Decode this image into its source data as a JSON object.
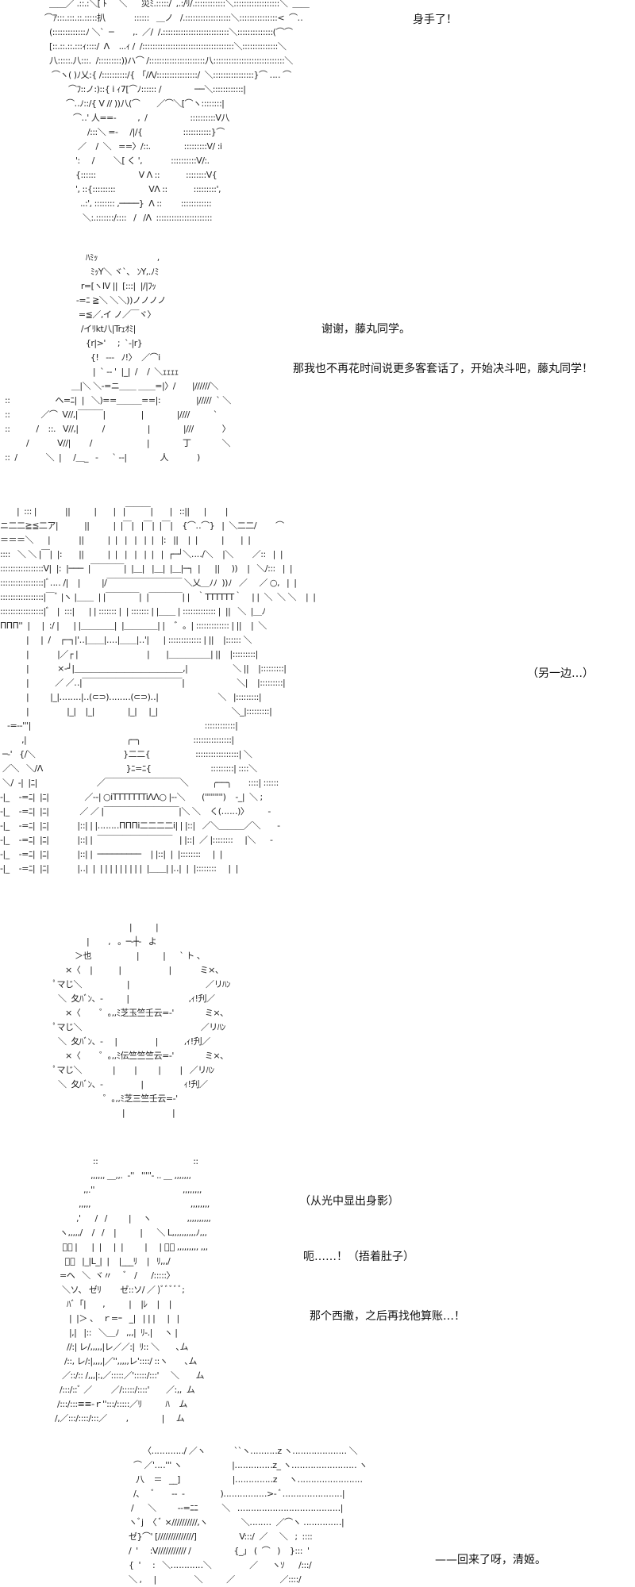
{
  "panels": [
    {
      "art": "  ＿＿／ .::.:＼[ ﾄ     ＼      災ﾐ.:::::/  ,.:/ﾘ/.::::::::::::＼::::::::::::::::::＼  ＿＿\n⌒ｱ:::.:::.::.:::::扒            ::::::   ＿ノ   /.::::::::::::::::::＼:::::::::::::::<  ⌒‥\n  (:::::::::::::ﾉ ＼`  ─        ,.  ／/  /.::::::::::::::::::::::::::＼::::::::::::::(⌒⌒\n  [::.::.::.:::ｨ::::/  Λ    ...ｨ /  /::::::::::::::::::::::::::::::::::::＼::::::::::::::＼\n  八:::::.八:::.  /:::::::::))ハ⌒ /::::::::::::::::::::::八::::::::::::::::::::::::::::＼\n   ⌒ヽ( )ﾉ乂:{ /::::::::::/{   ｢/Λ/::::::::::::::::/  ＼::::::::::::::::}⌒ ‥‥ ⌒\n          ⌒ﾌ::ノ:)::{ i ｨ7[⌒ﾉ:::::: /              ──＼::::::::::::|\n         ⌒‥ﾉ::/{ V // ))八(⌒       ／⌒＼[⌒ヽ::::::::|\n            ⌒‥' 人==‐         ,  /                  ::::::::::V八\n                  /:::＼ =‐     /|/{                 :::::::::::}⌒\n              ／    /  ＼   ==〉/::.              :::::::::V/ :i\n             ':     /        ＼[ く ',            ::::::::::V/:.\n             {::::::                  V Λ ::           ::::::::V{\n             ', ::{:::::::::              VΛ ::           :::::::::',\n               ..:', :::::::: ,────}  Λ ::        ::::::::::::\n                ＼:.:::::::/::::   /   /Λ  ::::::::::::::::::::::"
    },
    {
      "art": "                                    ﾊﾐｯ                         ,\n                                      ﾐｯY＼ ヾ`、 ﾝY,.ﾉﾐ\n                                  r=[ヽIV ||  [:::|  |/|ﾌｯ\n                                -=ﾆ ≧＼ ＼＼))ノノノノ\n                                 =≦／,イ ノ／￣ヾ〉\n                                  /イﾘkt八|Trｪｵﾐ|\n                                    {r|>'     ;  `‐|r}\n                                      {!   ‐‐‐   ﾉ!〉  ／⌒i\n                                       |  ` ‐‐ '  |_|  /    /  ＼ｪｪｪｪ\n                              ＿|＼ ＼‐=ニ＿＿ ＿＿=|〉/       |//////＼\n  ::                   ヘ=ﾆ|  |   ＼)==＿＿＿==|:               |/////  ` ＼\n  ::             ／⌒  V//,|￣￣￣|               |              |////          `\n  ::           /    ::.   V//,|          /                  |              |///            〉\n           /            V//|        /                       |              丁             ＼\n  ::  /            ＼  |     /＿_   ‐      ` ‐‐|              人            )"
    },
    {
      "art": "       |  ::: |            ||          |       |   |￣￣￣|       |   ::||      |        |\nニ二二≧≦二ア|           ||          |  |￣|   |￣|  |￣|    {⌒‥⌒}   |  ＼二二/        ⌒\n＝＝＝＼      |            ||          |  |   |   |   |  |   |:   ||    |  |          |       |  |\n::::   ＼ ＼ |￣|  |:       ||          |  |   |   |   |  |   |  ┌─┘＼‥‥/＼    |＼        ／::   |  |\n:::::::::::::::::V|  |:  |───  |￣￣￣￣|  |＿|   |＿|  |＿|─┐  |      ||     ))    |   ＼/:::   |  |\n:::::::::::::::::|ﾞ‥‥ /|    |         |/￣￣￣￣￣￣￣￣￣ ＼乂＿ﾉﾉ  ))ﾉ   ／     ／ ○,   |  |\n:::::::::::::::::|￣ﾞ |ヽ |＿＿  | |￣￣￣￣|  |￣￣￣￣| |   ｀TTTTTT｀    | |  ＼  ＼ ＼    |  |\n:::::::::::::::::|ﾞ   |  :::|      | | ::::::: |  | ::::::: | |＿＿ | ::::::::::::: |  ||   ＼  |＿ﾉ\nΠΠΠ''  |     |  :/ |      | |＿＿＿＿|  |＿＿＿＿| |    ゛。| ::::::::::::: | ||    |  ＼\n           |     |  /    ┌─┐|'‥|＿＿|‥‥|＿＿|‥'|      | ::::::::::::: | ||    |:::::: ＼\n           |            |／┌ |                             |       |＿＿＿＿＿| ||    |:::::::::|\n           |            ×‐┘|＿＿＿＿＿＿＿＿＿＿＿＿＿,|                   ＼ ||    |:::::::::|\n           |           ／ ／‥|￣￣￣￣￣￣￣￣￣￣￣￣|                      ＼|    |:::::::::|\n           |         |_|‥‥‥‥|‥(⊂⊃)‥‥‥‥(⊂⊃)‥|                         ＼   |:::::::::|\n           |                |_|    |_|              |_|     |_|                               ＼_|:::::::::|\n   ‐=‐‐'''|                                                                         ::::::::::::|\n         ,|                                          ╭─╮                      :::::::::::::::|\n ─‐'   {/＼                                     }二二{                   :::::::::::::::::| ＼\n ／＼   ＼/Λ                                   }ﾆ=ﾆ{                         :::::::::| ::::＼\n ＼/  -|  |ﾆ|                         ／￣￣￣￣￣￣￣￣￣＼          ╭──╮       ::::| ::::::\n-|_    -=ﾆ|  |ﾆ|               ／‐‐| ○iTTTTTTTiΛΛ○ |‐‐＼       (''''''''')    ‐_|  ＼ ;\n-|_    -=ﾆ|  |ﾆ|             ／ ／ |￣￣￣￣￣￣￣￣￣|＼ ＼    く(‥‥‥)〉        ‐\n-|_    -=ﾆ|  |ﾆ|            |::| | |‥‥‥‥ΠΠΠi二二二二i| | |::|   ／＼＿＿＿／＼       ‐\n-|_    -=ﾆ|  |ﾆ|            |::| |  ￣￣￣￣￣￣￣￣￣   | |::|  ／ |::::::::     |＼      ‐\n-|_    -=ﾆ|  |ﾆ|            |::| |  ─────────    | |::|  |  |::::::::     |  |\n-|_    -=ﾆ|  |ﾆ|            |‥|  |  | | | | | | | | |  |＿＿| |‥|  |  |::::::::     |  |"
    },
    {
      "art": "                                   |          |\n                 |        ,   。─‐┼‐   よ\n            ＞也                   |          |      ` ト 、\n        ×〈    |           |                    |            ミ×、\n   ﾟマじ＼                   |                                ／リﾊﾝ\n     ＼  夂ﾊﾞﾝ、-          |                         ,ｨ!刋／\n        ×〈        ゜｡,,ﾐ芝玉竺壬云=‐'             ミ×、\n   ﾟマじ＼                                                  ／リﾊﾝ\n     ＼  夂ﾊﾞﾝ、-     |                |           ,ｨ!刋／\n        ×〈        ゜｡,,ﾐ伝竺竺竺云=‐'             ミ×、\n   ﾟマじ＼             |        |         |        |   ／リﾊﾝ\n     ＼  夂ﾊﾞﾝ、-                |                 ｨ!刋／\n                        ゜｡,,ﾐ芝三竺壬云=‐'\n                                |                    |"
    },
    {
      "art": "                   ::                                        ::\n                  ,,,,,, ＿,,.  ‐''   '''''‐ .. ＿ ,,,,,,,\n               ,,.''                                     ,,,,,,,,\n             ,,,,,                                          ,,,,,,,,\n            ,'      /   /         |     ヽ               ,,,,,,,,,,\n     ヽ,,,,,/    /   /    |          |      ＼ L,,,,,,,,,,ﾉ,,,\n      ﾞﾞ |      |  |     |  |         |     | ﾞﾞ ,,,,,,,,, ,,,\n       ﾞﾞ   |_|L_|  |    |___ﾘ    |   ﾘ,,,/\n     =ヘ   ＼  ヾ〃     ﾞ   /      /:::::〉\n      ＼ソ、 ゼﾘ        ゼ::ソ/ ／ )ﾞﾞﾞﾞﾞ;\n        ﾊﾞ「|       ,          |    |ﾚ    |    |\n         |  |＞ 、  ｒ=ｰ   _|   | | |     |   |\n         |,|   |::   ＼＿ﾉ   ,,,|  ﾘ-.|     ヽ |\n        //:| レ/,,,,,|レ／／:|  ﾘ:: ＼       ､ム\n       /::, レ/:|,,,,|／'',,,,,レ'::::/ ::ヽ       ､ム\n      ／::/:: /,,,|:,／:::::／':::::/:::'     ＼       ム\n     /:::/::ﾞ ／        ／/:::::/::::'       ／:,,  ム\n    /:::/:::≡≡-ｒ'':::/:::::／ﾘ          ﾊ    ム\n   /,／:::/::::/:::／        ,              |     ム"
    },
    {
      "art": "          〈‥‥‥‥‥‥/ ／ヽ            ``ヽ‥‥‥‥‥z ヽ‥‥‥‥‥‥‥‥‥‥ ＼\n      ⌒ ／'‥‥''' ヽ                     |‥‥‥‥‥‥‥z_ ヽ‥‥‥‥‥‥‥‥‥‥‥‥ ヽ\n       八    ＝   __]                      |‥‥‥‥‥‥‥z     ヽ‥‥‥‥‥‥‥‥‥‥‥‥\n      /、   ﾞ       ‐‐  ‐               )‥‥‥‥‥‥‥‥>‐ ﾞ‥‥‥‥‥‥‥‥‥‥‥|\n     /      ＼         ‐‐=ﾆﾆ          ＼   ‥‥‥‥‥‥‥‥‥‥‥‥‥‥‥‥‥‥‥|\n    ヽﾞj  〈 ﾞ ×//////////,ヽ              ＼‥‥‥‥  ／⌒ヽ ‥‥‥‥‥‥‥|\n    ゼ}⌒' [//////////////]                  V:::/  ／     ＼   ;  ::::\n    /  '     :V/////////// /                  {_｣   (  ⌒   )    }:::  '\n    {  '     :   ＼‥‥‥‥‥‥＼                ／      ヽｿ      /:::/\n    ＼ ,     |                ＼          ／                   ／::::/"
    }
  ],
  "texts": {
    "line1": "身手了！",
    "line2": "谢谢，藤丸同学。",
    "line3": "那我也不再花时间说更多客套话了，开始决斗吧，藤丸同学！",
    "line4": "（另一边…）",
    "line5": "（从光中显出身影）",
    "line6": "呃……！（捂着肚子）",
    "line7": "那个西撒，之后再找他算账…！",
    "line8": "——回来了呀，清姬。"
  }
}
